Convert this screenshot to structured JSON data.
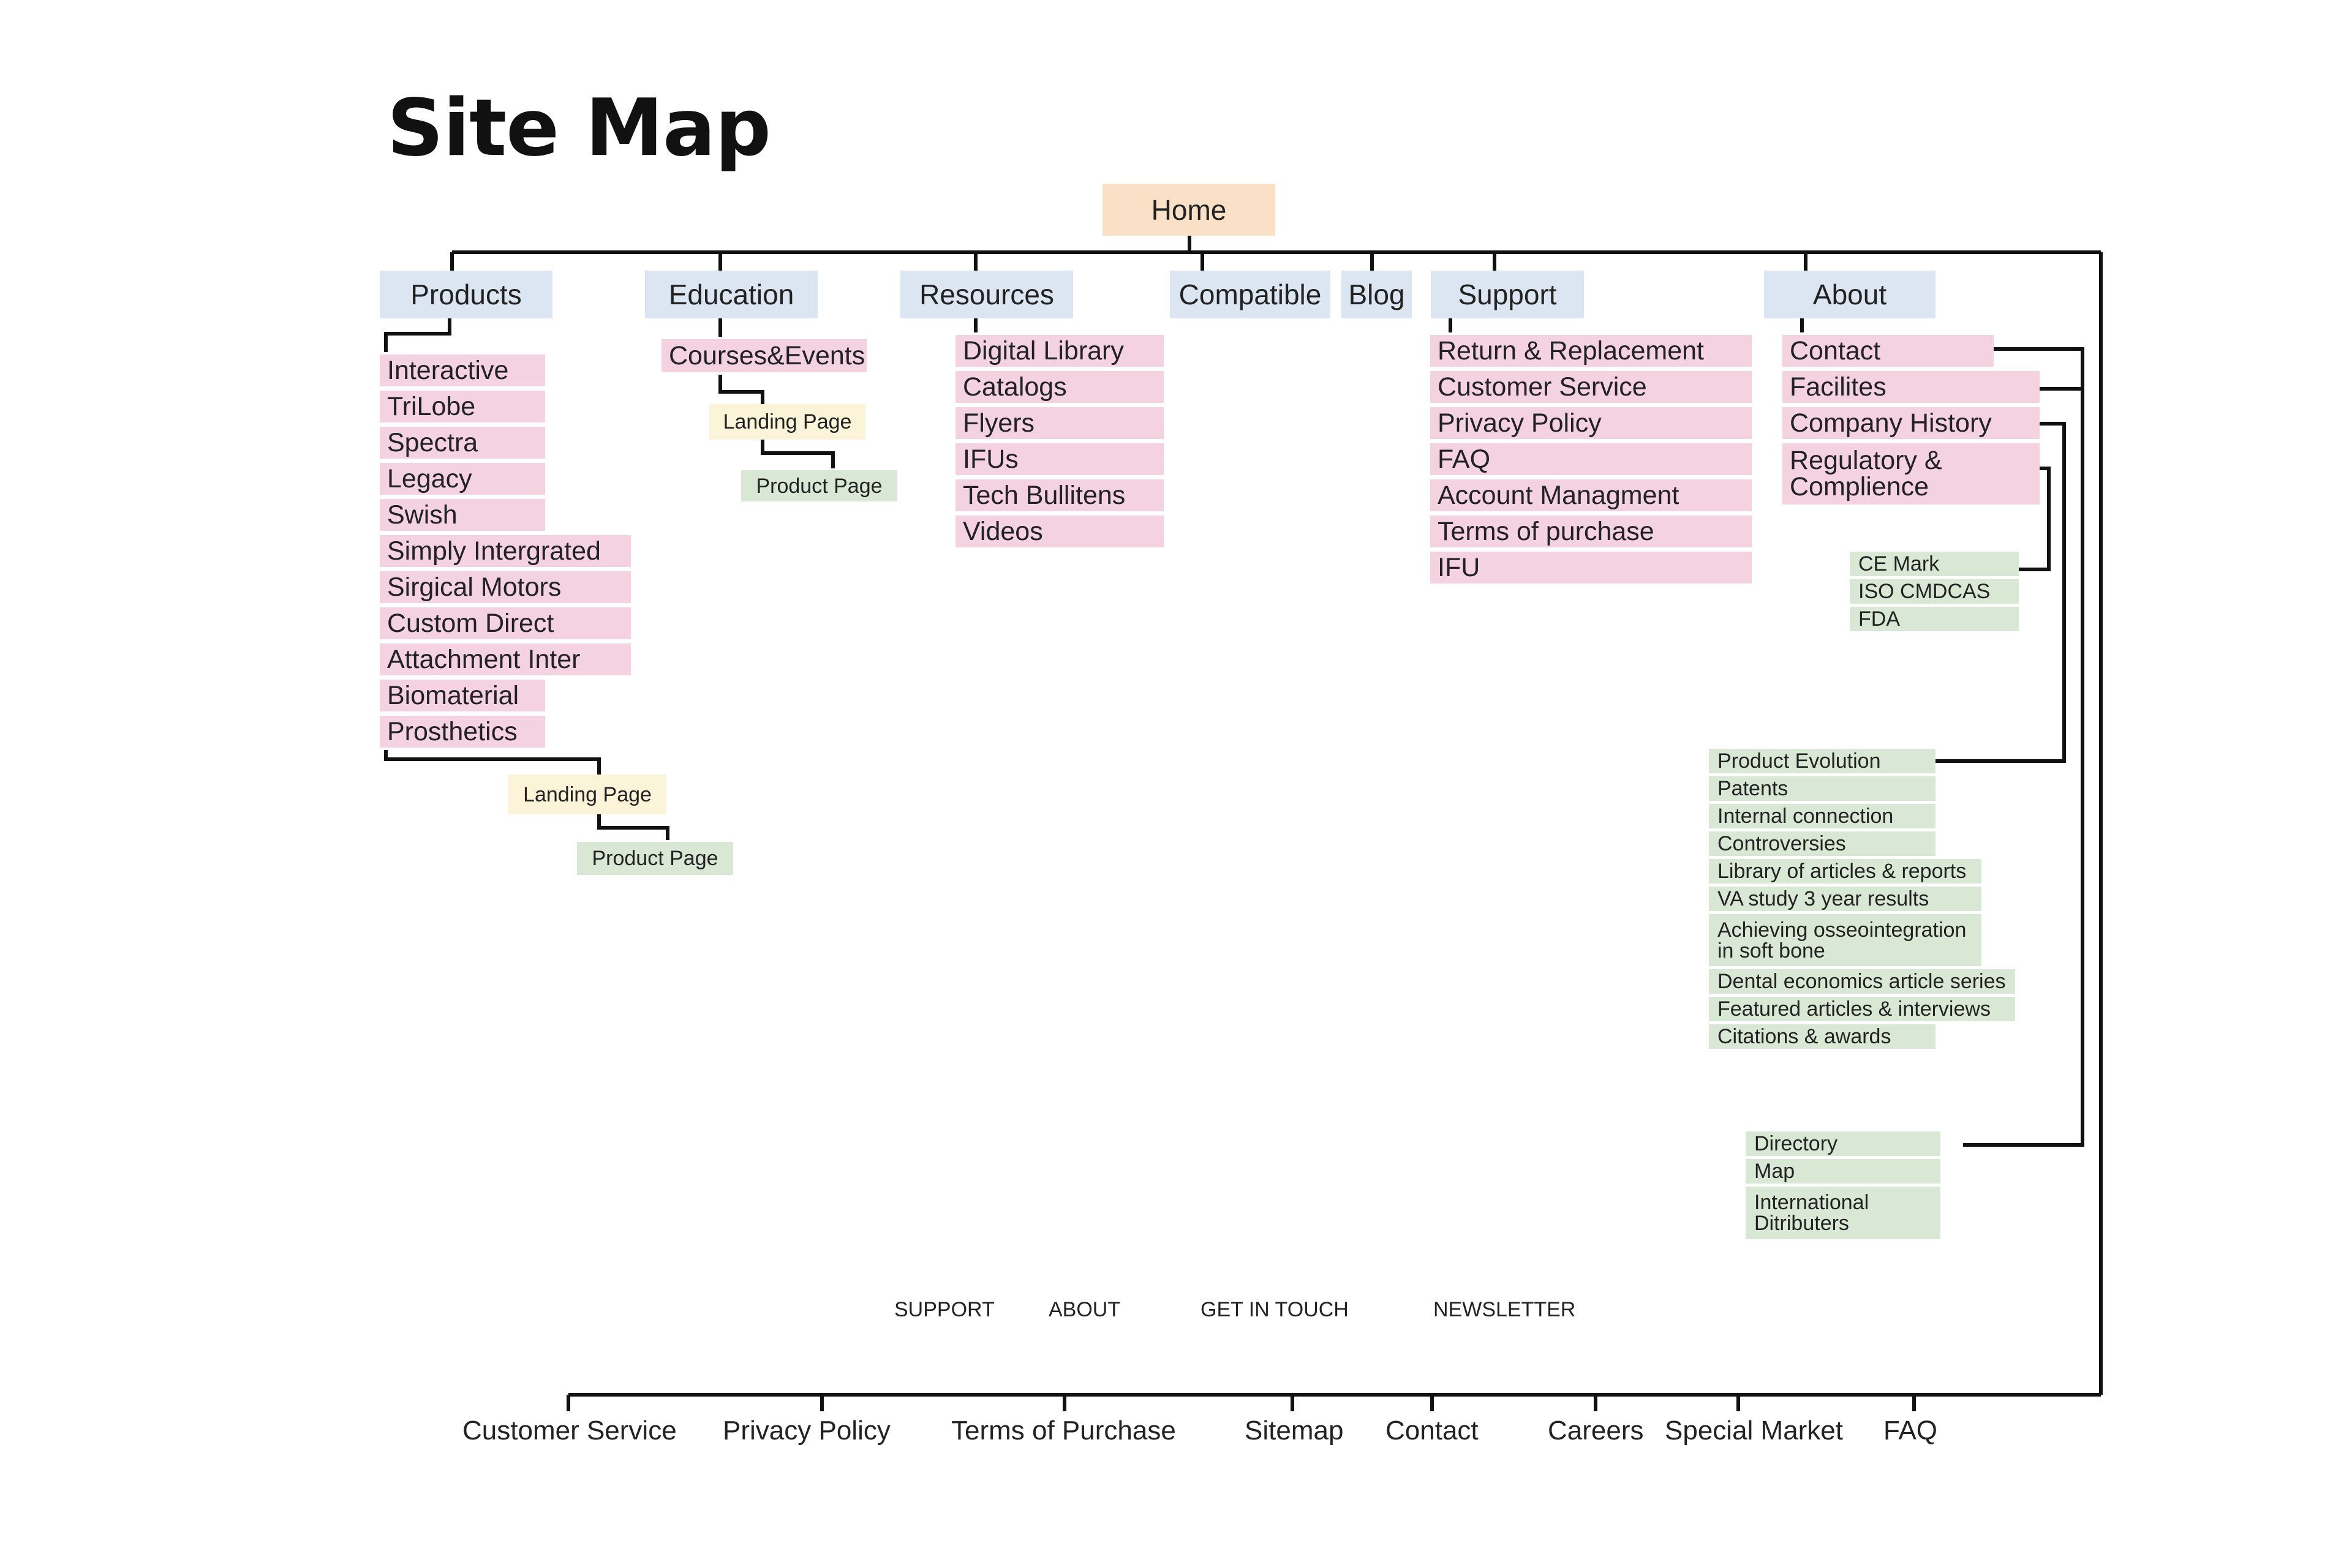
{
  "title": "Site Map",
  "home": "Home",
  "categories": {
    "products": "Products",
    "education": "Education",
    "resources": "Resources",
    "compatible": "Compatible",
    "blog": "Blog",
    "support": "Support",
    "about": "About"
  },
  "products_items": [
    "Interactive",
    "TriLobe",
    "Spectra",
    "Legacy",
    "Swish",
    "Simply Intergrated",
    "Sirgical Motors",
    "Custom Direct",
    "Attachment Inter",
    "Biomaterial",
    "Prosthetics"
  ],
  "products_landing": "Landing Page",
  "products_product": "Product Page",
  "education_items": [
    "Courses&Events"
  ],
  "education_landing": "Landing Page",
  "education_product": "Product Page",
  "resources_items": [
    "Digital Library",
    "Catalogs",
    "Flyers",
    "IFUs",
    "Tech Bullitens",
    "Videos"
  ],
  "support_items": [
    "Return & Replacement",
    "Customer Service",
    "Privacy Policy",
    "FAQ",
    "Account Managment",
    "Terms of purchase",
    "IFU"
  ],
  "about_items": [
    "Contact",
    "Facilites",
    "Company History",
    "Regulatory & Complience"
  ],
  "regulatory_items": [
    "CE Mark",
    "ISO CMDCAS",
    "FDA"
  ],
  "history_items": [
    "Product Evolution",
    "Patents",
    "Internal connection",
    "Controversies",
    "Library of articles & reports",
    "VA study 3 year results",
    "Achieving osseointegration in soft bone",
    "Dental economics article series",
    "Featured articles & interviews",
    "Citations & awards"
  ],
  "contact_items": [
    "Directory",
    "Map",
    "International Ditributers"
  ],
  "footer_headings": [
    "SUPPORT",
    "ABOUT",
    "GET IN TOUCH",
    "NEWSLETTER"
  ],
  "footer_links": [
    "Customer Service",
    "Privacy Policy",
    "Terms of Purchase",
    "Sitemap",
    "Contact",
    "Careers",
    "Special Market",
    "FAQ"
  ],
  "colors": {
    "home": "#f9e0c6",
    "category": "#dce6f2",
    "page": "#f4d2e0",
    "subpage": "#d9e8d4",
    "landing": "#fbf4d8",
    "line": "#111111"
  }
}
